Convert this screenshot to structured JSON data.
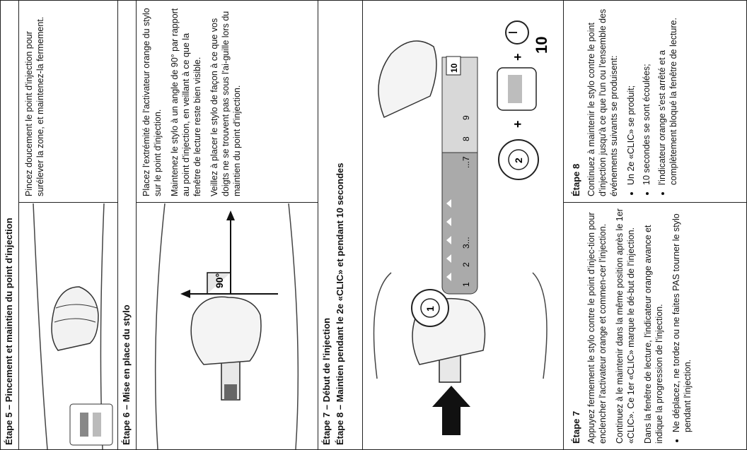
{
  "step5": {
    "header": "Étape 5 – Pincement et maintien du point d'injection",
    "text": "Pincez doucement le point d'injection pour surélever la zone, et maintenez-la fermement."
  },
  "step6": {
    "header": "Étape 6 – Mise en place du stylo",
    "angle_label": "90°",
    "paragraphs": [
      "Placez l'extrémité de l'activateur orange du stylo sur le point d'injection.",
      "Maintenez le stylo à un angle de 90° par rapport au point d'injection, en veillant à ce que la fenêtre de lecture reste bien visible.",
      "Veillez à placer le stylo de façon à ce que vos doigts ne se trouvent pas sous l'ai-guille lors du maintien du point d'injection."
    ]
  },
  "step78": {
    "header_line1": "Étape 7 – Début de l'injection",
    "header_line2": "Étape 8 – Maintien pendant le 2e «CLIC» et pendant 10 secondes",
    "scale_labels": [
      "1",
      "2",
      "3...",
      "...7",
      "8",
      "9"
    ],
    "scale_end": "10",
    "click1": "1",
    "click2": "2",
    "timer": "10",
    "plus": "+"
  },
  "step7": {
    "title": "Étape 7",
    "paragraphs": [
      "Appuyez fermement le stylo contre le point d'injec-tion pour enclencher l'activateur orange et commen-cer l'injection.",
      "Continuez à le maintenir dans la même position après le 1er «CLIC». Ce 1er «CLIC» marque le dé-but de l'injection.",
      "Dans la fenêtre de lecture, l'indicateur orange avance et indique la progression de l'injection."
    ],
    "bullets": [
      "Ne déplacez, ne tordez ou ne faites PAS tourner le stylo pendant l'injection."
    ]
  },
  "step8": {
    "title": "Étape 8",
    "intro": "Continuez à maintenir le stylo contre le point d'injection jusqu'à ce que l'un ou l'ensemble des événements suivants se produisent:",
    "bullets": [
      "Un 2e «CLIC» se produit;",
      "10 secondes se sont écoulées;",
      "l'indicateur orange s'est arrêté et a complètement bloqué la fenêtre de lecture."
    ]
  }
}
